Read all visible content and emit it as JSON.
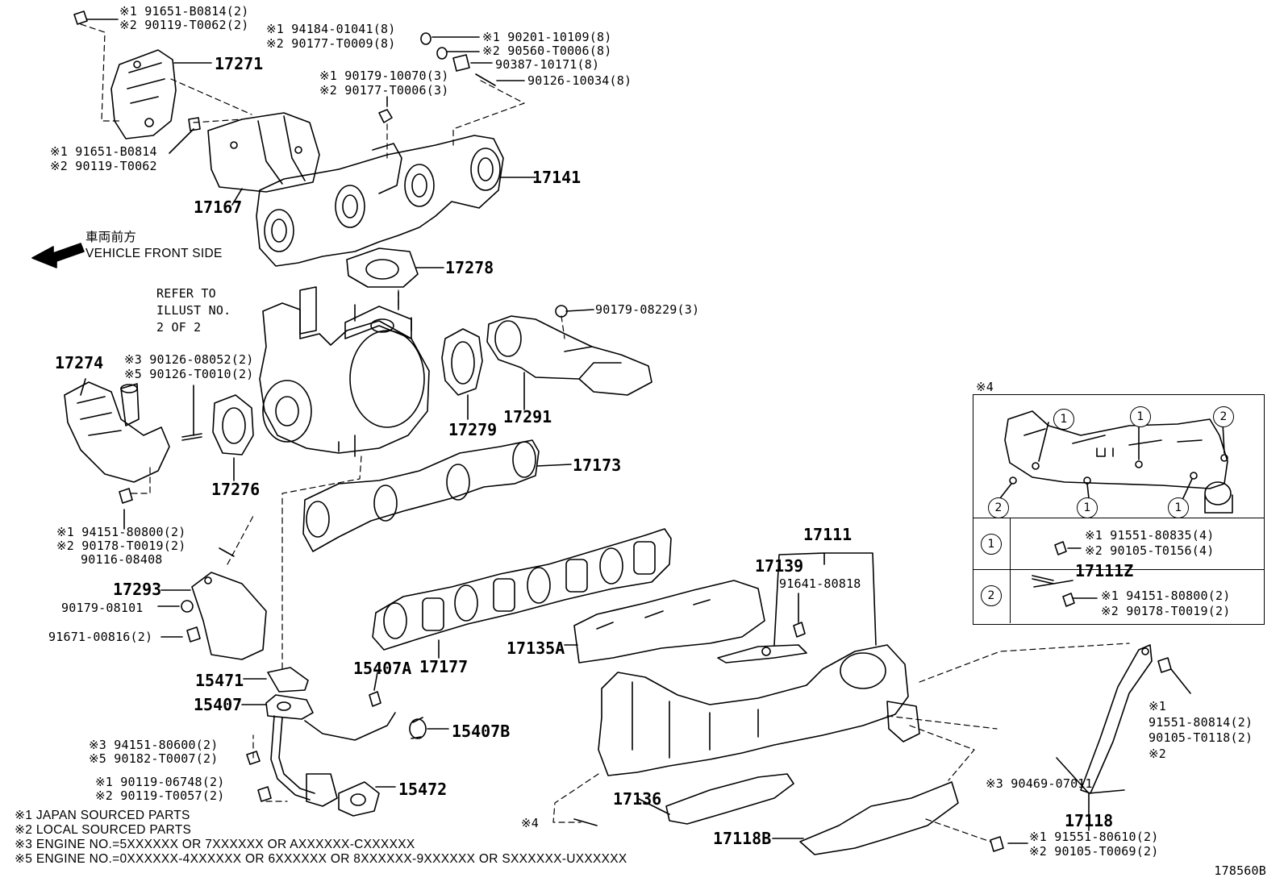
{
  "diagram": {
    "direction_jp": "車両前方",
    "direction_en": "VEHICLE FRONT SIDE",
    "refer_note": [
      "REFER TO",
      "ILLUST NO.",
      "2 OF 2"
    ],
    "drawing_ref": "178560B",
    "notes": [
      "※1 JAPAN SOURCED PARTS",
      "※2 LOCAL SOURCED PARTS",
      "※3 ENGINE NO.=5XXXXXX OR 7XXXXXX OR AXXXXXX-CXXXXXX",
      "※5 ENGINE NO.=0XXXXXX-4XXXXXX OR 6XXXXXX OR 8XXXXXX-9XXXXXX OR SXXXXXX-UXXXXXX"
    ],
    "parts": {
      "p17271": "17271",
      "p17141": "17141",
      "p17167": "17167",
      "p17278": "17278",
      "p17274": "17274",
      "p17276": "17276",
      "p17279": "17279",
      "p17291": "17291",
      "p17173": "17173",
      "p17293": "17293",
      "p15471": "15471",
      "p15407": "15407",
      "p15407A": "15407A",
      "p17177": "17177",
      "p15407B": "15407B",
      "p15472": "15472",
      "p17111": "17111",
      "p17139": "17139",
      "p17135A": "17135A",
      "p17136": "17136",
      "p17118B": "17118B",
      "p17118": "17118",
      "p17111Z": "17111Z"
    },
    "fasteners": {
      "f_top1": "※1 91651-B0814(2)",
      "f_top2": "※2 90119-T0062(2)",
      "f_a1": "※1 94184-01041(8)",
      "f_a2": "※2 90177-T0009(8)",
      "f_b1": "※1 90201-10109(8)",
      "f_b2": "※2 90560-T0006(8)",
      "f_b3": "90387-10171(8)",
      "f_b4": "90126-10034(8)",
      "f_c1": "※1 90179-10070(3)",
      "f_c2": "※2 90177-T0006(3)",
      "f_d1": "※1 91651-B0814",
      "f_d2": "※2 90119-T0062",
      "f_e1": "90179-08229(3)",
      "f_f1": "※3 90126-08052(2)",
      "f_f2": "※5 90126-T0010(2)",
      "f_g1": "※1 94151-80800(2)",
      "f_g2": "※2 90178-T0019(2)",
      "f_g3": "90116-08408",
      "f_h1": "90179-08101",
      "f_h2": "91671-00816(2)",
      "f_i1": "※3 94151-80600(2)",
      "f_i2": "※5 90182-T0007(2)",
      "f_j1": "※1 90119-06748(2)",
      "f_j2": "※2 90119-T0057(2)",
      "f_k1": "91641-80818",
      "f_l1": "※1",
      "f_l2": "91551-80814(2)",
      "f_l3": "90105-T0118(2)",
      "f_l4": "※2",
      "f_m1": "※3 90469-07011",
      "f_n1": "※1 91551-80610(2)",
      "f_n2": "※2 90105-T0069(2)",
      "f_star4": "※4"
    },
    "inset": {
      "title": "※4",
      "row1_key": "1",
      "row1_a": "※1 91551-80835(4)",
      "row1_b": "※2 90105-T0156(4)",
      "row2_key": "2",
      "row2_a": "※1 94151-80800(2)",
      "row2_b": "※2 90178-T0019(2)",
      "markers": [
        "1",
        "1",
        "2",
        "2",
        "1",
        "1"
      ]
    }
  }
}
